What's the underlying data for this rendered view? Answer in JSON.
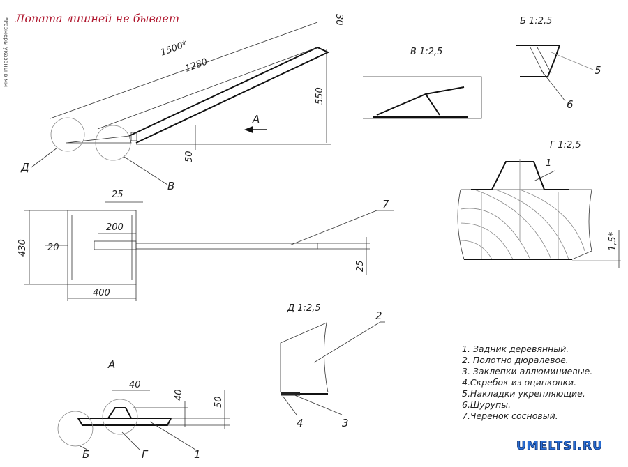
{
  "title": "Лопата лишней не бывает",
  "side_note": "*Размеры указаны в мм",
  "side_view": {
    "dim_total": "1500*",
    "dim_handle": "1280",
    "dim_top": "30",
    "dim_height": "550",
    "dim_bottom": "50",
    "view_arrow": "А",
    "callout_d": "Д",
    "callout_v": "В"
  },
  "plan_view": {
    "dim_25_top": "25",
    "dim_200": "200",
    "dim_430": "430",
    "dim_20": "20",
    "dim_400": "400",
    "dim_25_right": "25",
    "part_7": "7"
  },
  "detail_v": {
    "title": "В 1:2,5"
  },
  "detail_b": {
    "title": "Б 1:2,5",
    "part_5": "5",
    "part_6": "6"
  },
  "detail_g": {
    "title": "Г 1:2,5",
    "part_1": "1",
    "dim": "1,5*"
  },
  "detail_d": {
    "title": "Д 1:2,5",
    "part_2": "2",
    "part_3": "3",
    "part_4": "4"
  },
  "view_a": {
    "title": "А",
    "dim_40_h": "40",
    "dim_40_v": "40",
    "dim_50": "50",
    "callout_b": "Б",
    "callout_g": "Г",
    "part_1": "1"
  },
  "legend": [
    "1. Задник деревянный.",
    "2. Полотно дюралевое.",
    "3. Заклепки аллюминиевые.",
    "4.Скребок из оцинковки.",
    "5.Накладки укрепляющие.",
    "6.Шурупы.",
    "7.Черенок сосновый."
  ],
  "watermark": "UMELTSI.RU"
}
